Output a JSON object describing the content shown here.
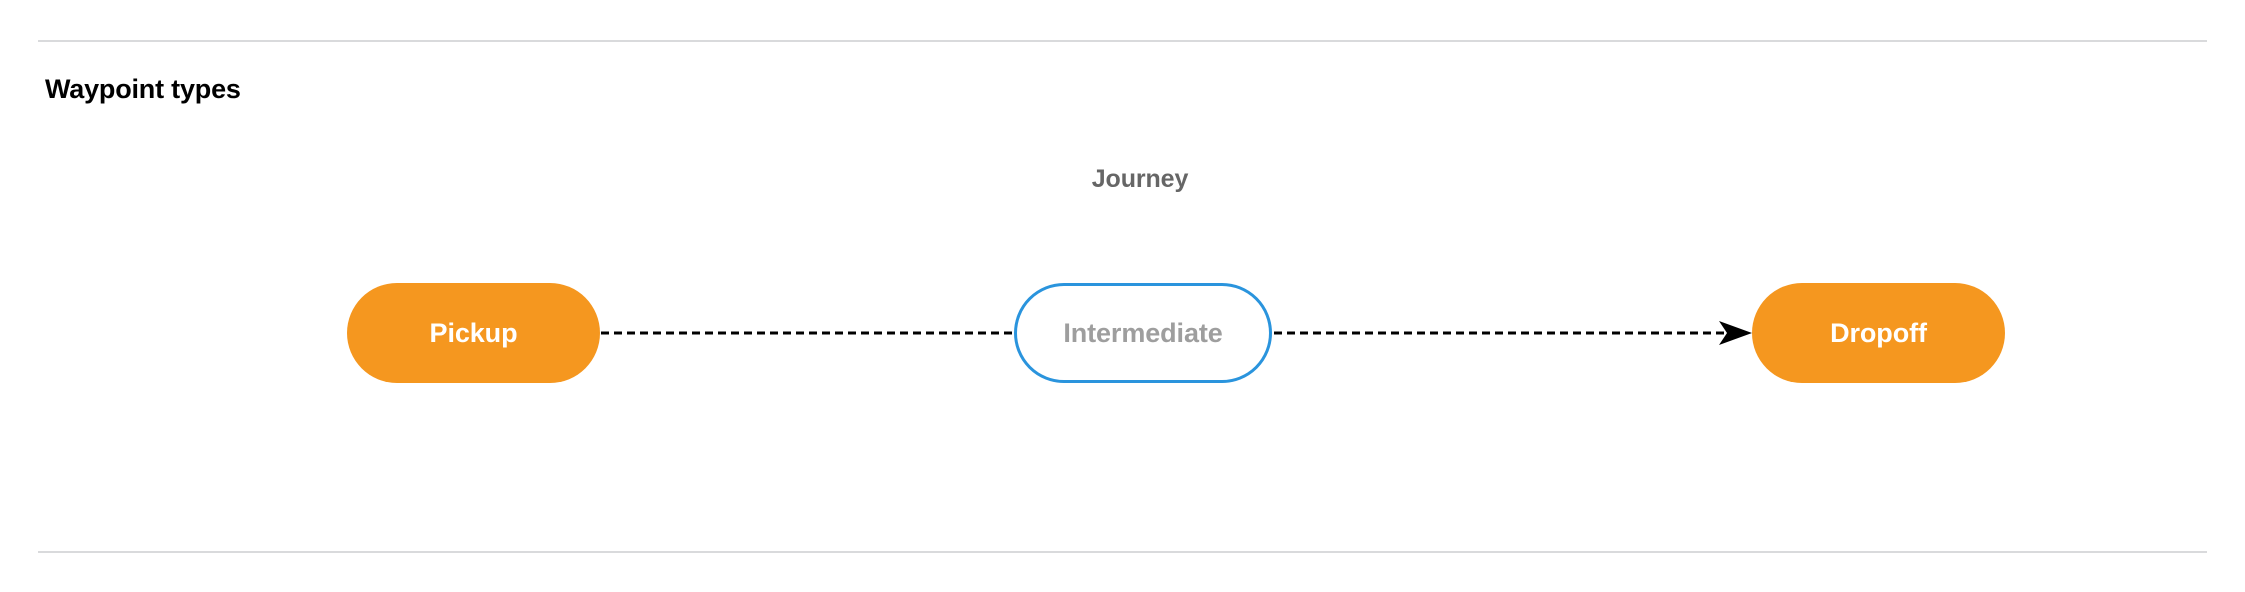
{
  "section": {
    "title": "Waypoint types"
  },
  "diagram": {
    "cluster_label": "Journey",
    "nodes": [
      {
        "id": "pickup",
        "label": "Pickup",
        "style": "filled-orange",
        "fill": "#f5971f",
        "text_color": "#ffffff"
      },
      {
        "id": "intermediate",
        "label": "Intermediate",
        "style": "outlined-blue",
        "fill": "#ffffff",
        "border_color": "#2a94dd",
        "text_color": "#9e9e9e"
      },
      {
        "id": "dropoff",
        "label": "Dropoff",
        "style": "filled-orange",
        "fill": "#f5971f",
        "text_color": "#ffffff"
      }
    ],
    "edges": [
      {
        "from": "pickup",
        "to": "intermediate",
        "style": "dashed",
        "arrowhead": false,
        "color": "#000000"
      },
      {
        "from": "intermediate",
        "to": "dropoff",
        "style": "dashed",
        "arrowhead": true,
        "color": "#000000"
      }
    ]
  },
  "colors": {
    "divider": "#d9dadc",
    "accent_orange": "#f5971f",
    "accent_blue": "#2a94dd",
    "muted_text": "#666666"
  }
}
